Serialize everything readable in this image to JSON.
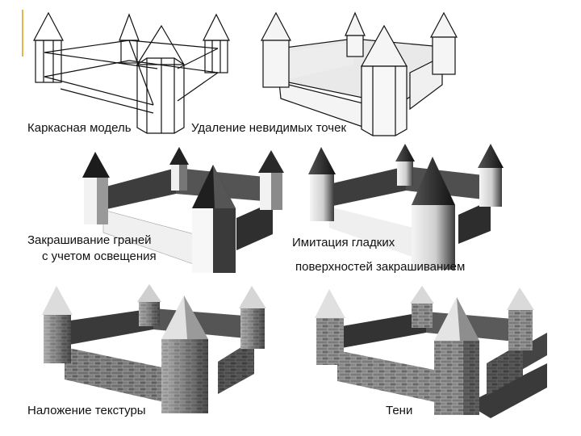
{
  "captions": {
    "wireframe": "Каркасная модель",
    "hidden": "Удаление невидимых точек",
    "flat_line1": "Закрашивание граней",
    "flat_line2": "с учетом освещения",
    "smooth_line1": "Имитация гладких",
    "smooth_line2": "поверхностей закрашиванием",
    "texture": "Наложение текстуры",
    "shadows": "Тени"
  },
  "colors": {
    "accent": "#e6b54a",
    "ink": "#111111",
    "wall_light": "#f2f2f2",
    "wall_dark": "#4a4a4a",
    "roof_dark": "#2a2a2a",
    "brick": "#8a8a8a",
    "shadow": "#3a3a3a"
  }
}
